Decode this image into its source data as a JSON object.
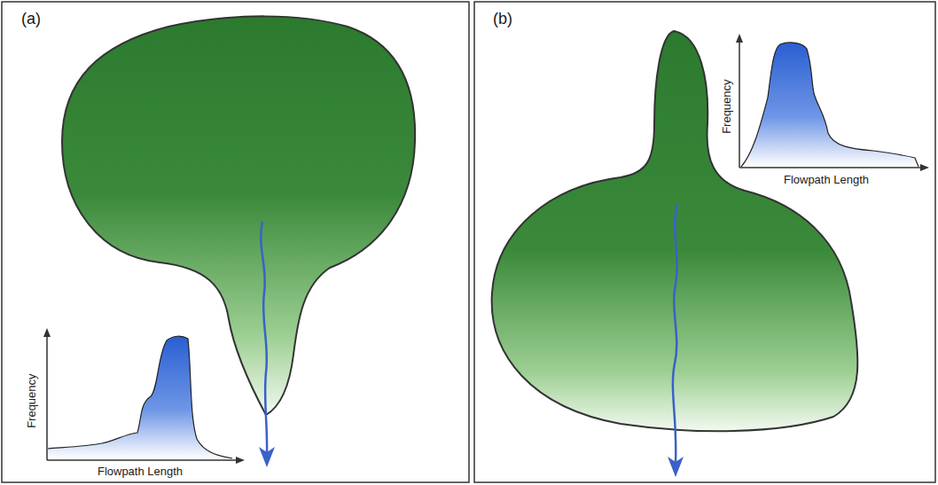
{
  "diagram": {
    "labels": [
      "(a)",
      "Frequency",
      "Flowpath Length",
      "(b)",
      "Frequency",
      "Flowpath Length"
    ]
  }
}
